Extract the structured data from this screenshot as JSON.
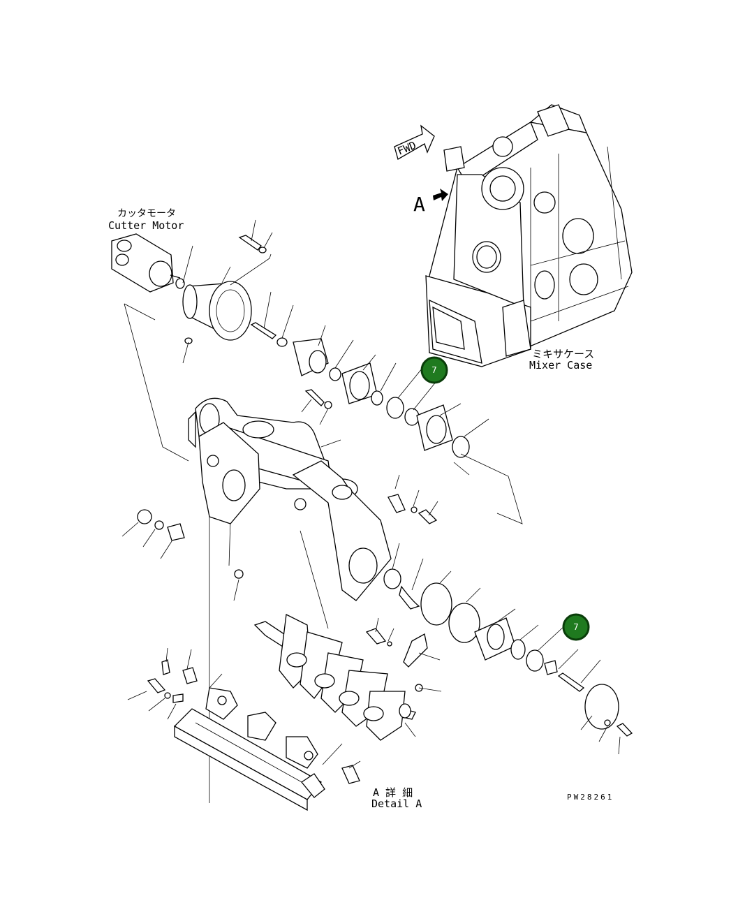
{
  "labels": {
    "cutter_motor_jp": "カッタモータ",
    "cutter_motor_en": "Cutter Motor",
    "mixer_case_jp": "ミキサケース",
    "mixer_case_en": "Mixer Case",
    "fwd": "FWD",
    "view_a": "A",
    "detail_a_jp": "A 詳 細",
    "detail_a_en": "Detail A",
    "drawing_number": "PW28261"
  },
  "callouts": [
    {
      "number": "7"
    },
    {
      "number": "7"
    }
  ],
  "colors": {
    "callout_fill": "#1f7a1f",
    "line": "#000000",
    "background": "#ffffff"
  }
}
